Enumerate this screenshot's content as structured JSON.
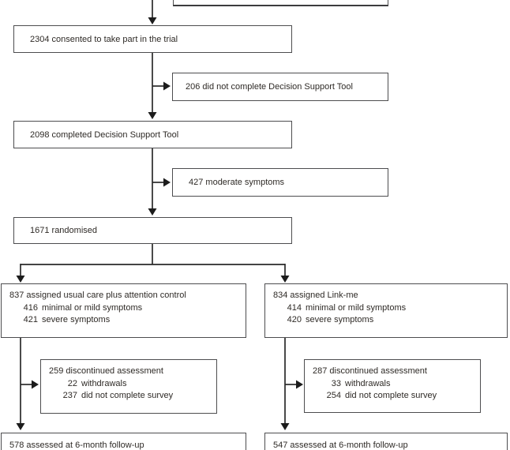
{
  "flow": {
    "consented": {
      "text": "2304 consented to take part in the trial"
    },
    "not_completed_dst": {
      "text": "206 did not complete Decision Support Tool"
    },
    "completed_dst": {
      "text": "2098 completed Decision Support Tool"
    },
    "moderate_symptoms": {
      "text": "427 moderate symptoms"
    },
    "randomised": {
      "text": "1671 randomised"
    },
    "control_arm": {
      "line1": "837 assigned usual care plus attention control",
      "items": [
        {
          "num": "416",
          "label": "minimal or mild symptoms"
        },
        {
          "num": "421",
          "label": "severe symptoms"
        }
      ]
    },
    "linkme_arm": {
      "line1": "834 assigned Link-me",
      "items": [
        {
          "num": "414",
          "label": "minimal or mild symptoms"
        },
        {
          "num": "420",
          "label": "severe symptoms"
        }
      ]
    },
    "control_discontinued": {
      "line1": "259 discontinued assessment",
      "items": [
        {
          "num": "22",
          "label": "withdrawals"
        },
        {
          "num": "237",
          "label": "did not complete survey"
        }
      ]
    },
    "linkme_discontinued": {
      "line1": "287 discontinued assessment",
      "items": [
        {
          "num": "33",
          "label": "withdrawals"
        },
        {
          "num": "254",
          "label": "did not complete survey"
        }
      ]
    },
    "control_followup": {
      "text": "578 assessed at 6-month follow-up"
    },
    "linkme_followup": {
      "text": "547 assessed at 6-month follow-up"
    },
    "colors": {
      "box_border": "#4d4d4f",
      "line": "#2a2a2a",
      "text": "#2e2a26",
      "background": "#ffffff"
    }
  }
}
